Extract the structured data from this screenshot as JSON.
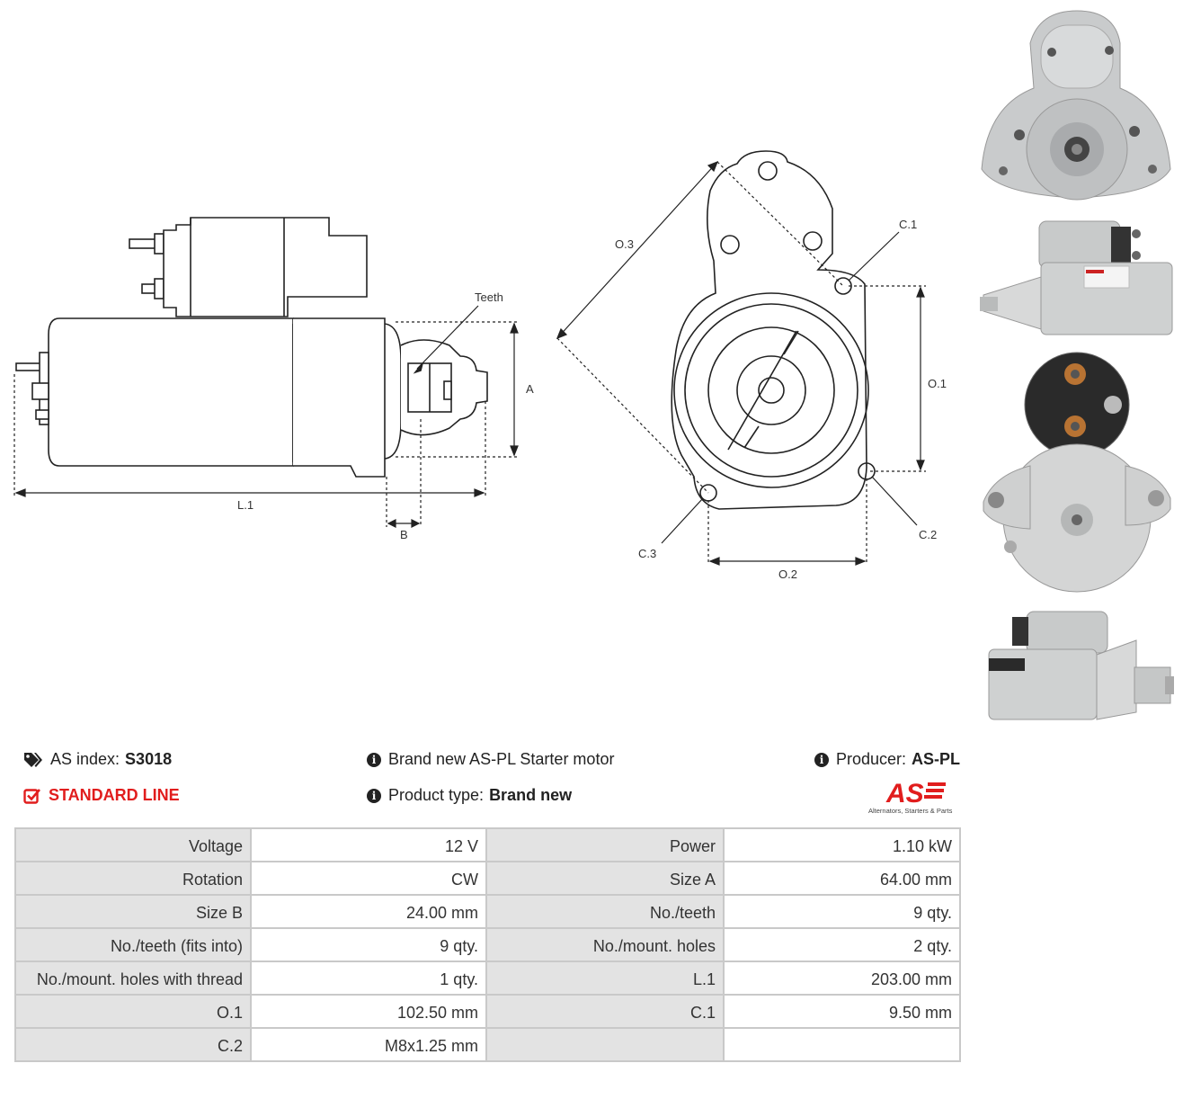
{
  "diagram_labels": {
    "teeth": "Teeth",
    "a": "A",
    "b": "B",
    "l1": "L.1",
    "o1": "O.1",
    "o2": "O.2",
    "o3": "O.3",
    "c1": "C.1",
    "c2": "C.2",
    "c3": "C.3"
  },
  "photos": [
    {
      "icon": "starter-front-photo"
    },
    {
      "icon": "starter-side-photo"
    },
    {
      "icon": "starter-rear-photo"
    },
    {
      "icon": "starter-top-photo"
    }
  ],
  "header": {
    "as_index_label": "AS index:",
    "as_index_value": "S3018",
    "line_label": "STANDARD LINE",
    "description": "Brand new AS-PL Starter motor",
    "product_type_label": "Product type:",
    "product_type_value": "Brand new",
    "producer_label": "Producer:",
    "producer_value": "AS-PL",
    "logo_text": "AS",
    "logo_tagline": "Alternators, Starters & Parts",
    "accent_color": "#e11d1d"
  },
  "specs": [
    [
      "Voltage",
      "12 V",
      "Power",
      "1.10 kW"
    ],
    [
      "Rotation",
      "CW",
      "Size A",
      "64.00 mm"
    ],
    [
      "Size B",
      "24.00 mm",
      "No./teeth",
      "9 qty."
    ],
    [
      "No./teeth (fits into)",
      "9 qty.",
      "No./mount. holes",
      "2 qty."
    ],
    [
      "No./mount. holes with thread",
      "1 qty.",
      "L.1",
      "203.00 mm"
    ],
    [
      "O.1",
      "102.50 mm",
      "C.1",
      "9.50 mm"
    ],
    [
      "C.2",
      "M8x1.25 mm",
      "",
      ""
    ]
  ]
}
